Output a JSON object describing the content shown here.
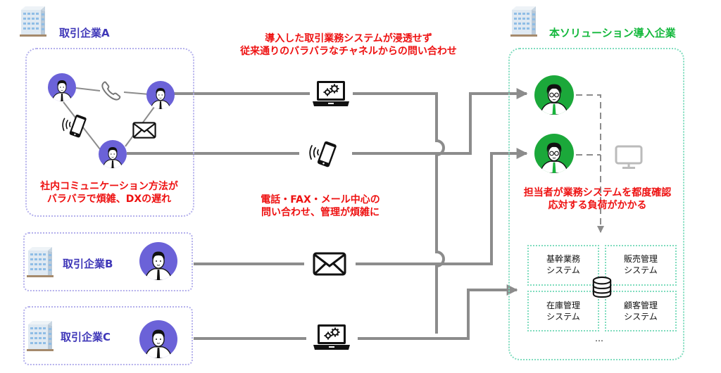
{
  "colors": {
    "partner_accent": "#3f37b8",
    "partner_avatar": "#6b62d8",
    "solution_accent": "#13b83c",
    "solution_avatar": "#1ba83a",
    "warning_text": "#ee1111",
    "connector": "#8c8c8c"
  },
  "partners": [
    {
      "name": "取引企業A",
      "icon": "office-building-icon"
    },
    {
      "name": "取引企業B",
      "icon": "office-building-icon"
    },
    {
      "name": "取引企業C",
      "icon": "office-building-icon"
    }
  ],
  "partner_a_internal": {
    "channels": [
      "phone-icon",
      "smartphone-icon",
      "envelope-icon"
    ],
    "note_line1": "社内コミュニケーション方法が",
    "note_line2": "バラバラで煩雑、DXの遅れ"
  },
  "top_note": {
    "line1": "導入した取引業務システムが浸透せず",
    "line2": "従来通りのバラバラなチャネルからの問い合わせ"
  },
  "middle_note": {
    "line1": "電話・FAX・メール中心の",
    "line2": "問い合わせ、管理が煩雑に"
  },
  "channels": [
    {
      "from": "取引企業A",
      "icon": "laptop-gear-icon"
    },
    {
      "from": "取引企業A",
      "icon": "smartphone-icon"
    },
    {
      "from": "取引企業B",
      "icon": "envelope-icon"
    },
    {
      "from": "取引企業C",
      "icon": "laptop-gear-icon"
    }
  ],
  "solution": {
    "name": "本ソリューション導入企業",
    "note_line1": "担当者が業務システムを都度確認",
    "note_line2": "応対する負荷がかかる",
    "monitor_icon": "monitor-icon",
    "database_icon": "database-icon",
    "systems": [
      {
        "line1": "基幹業務",
        "line2": "システム"
      },
      {
        "line1": "販売管理",
        "line2": "システム"
      },
      {
        "line1": "在庫管理",
        "line2": "システム"
      },
      {
        "line1": "顧客管理",
        "line2": "システム"
      }
    ],
    "more": "…"
  }
}
